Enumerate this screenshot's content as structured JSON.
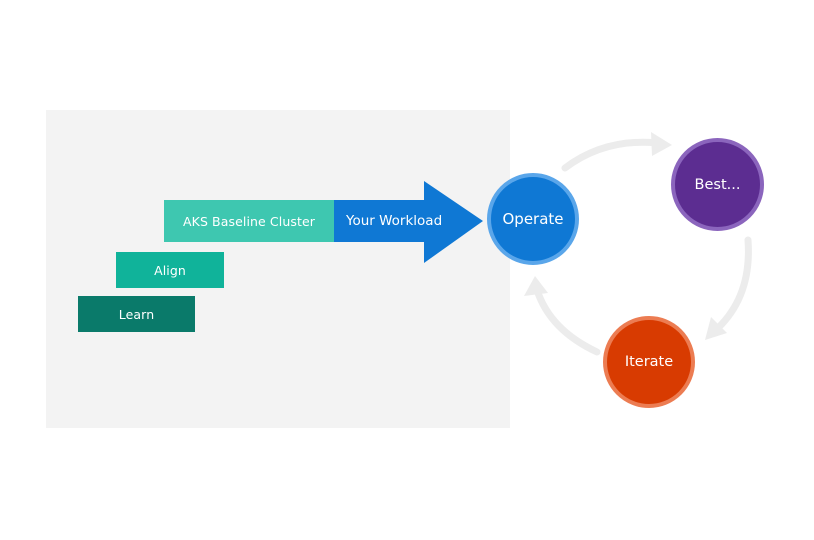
{
  "steps": {
    "learn": "Learn",
    "align": "Align",
    "baseline": "AKS Baseline Cluster",
    "workload": "Your Workload"
  },
  "cycle": {
    "operate": "Operate",
    "best": "Best...",
    "iterate": "Iterate"
  },
  "colors": {
    "panel": "#f3f3f3",
    "learn": "#0a7a6a",
    "align": "#10b39a",
    "baseline": "#3ec7b0",
    "workload_arrow": "#0f78d4",
    "operate": "#0f78d4",
    "best": "#5c2d91",
    "iterate": "#d83b01",
    "cycle_arrows": "#ececec"
  }
}
